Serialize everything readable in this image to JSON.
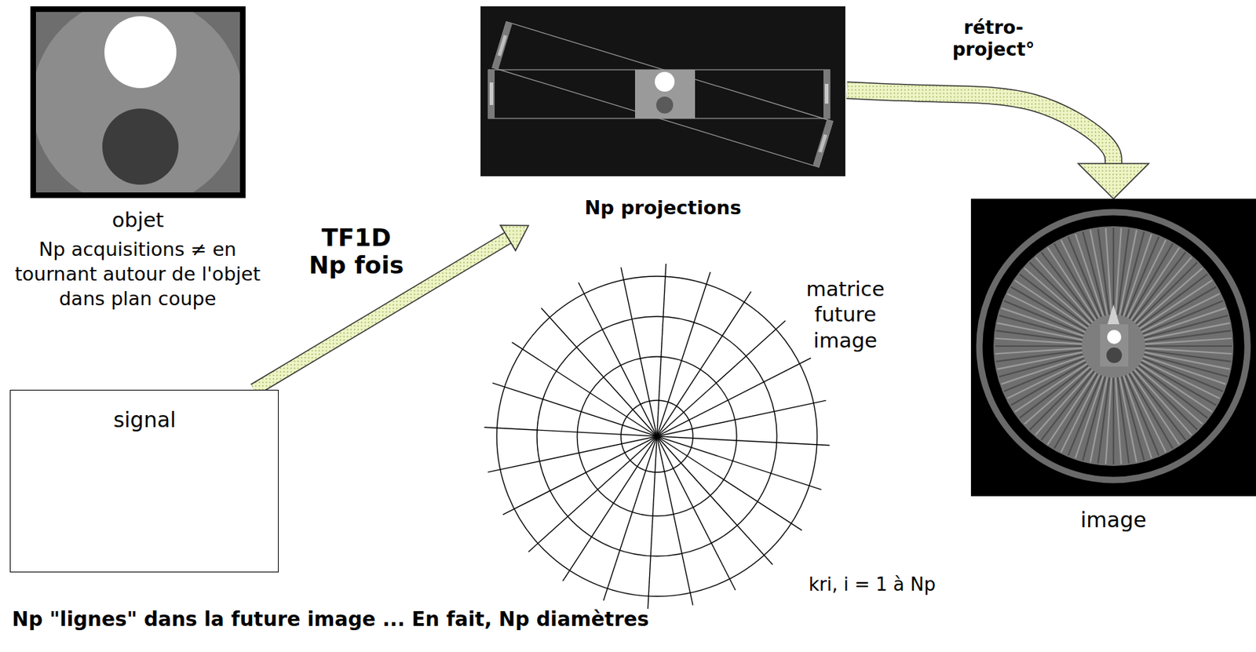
{
  "diagram": {
    "nodes": [
      {
        "text": [
          "objet"
        ]
      },
      {
        "text": [
          "signal"
        ]
      },
      {
        "text": [
          "Np projections"
        ]
      },
      {
        "text": [
          "image"
        ]
      },
      {
        "text": [
          "matrice future image",
          "kri, i = 1 à Np"
        ]
      }
    ],
    "edges": [
      {
        "from": 1,
        "to": 2,
        "arrow": "to",
        "label": "TF1D Np fois"
      },
      {
        "from": 2,
        "to": 3,
        "arrow": "to",
        "label": "rétro-project°"
      }
    ],
    "labels": [
      "Np acquisitions ≠ en tournant autour de l'objet dans plan coupe",
      "Np \"lignes\" dans la future image ... En fait, Np diamètres"
    ]
  }
}
